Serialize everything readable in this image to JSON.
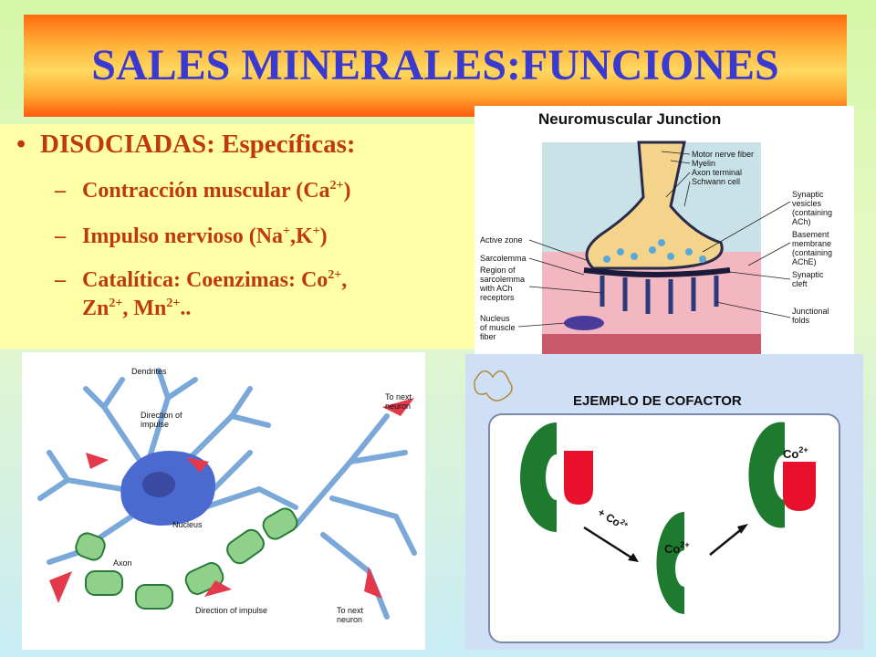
{
  "slide": {
    "title": "SALES MINERALES:FUNCIONES",
    "bullet": "DISOCIADAS: Específicas:",
    "items": [
      {
        "dash": "–",
        "text": "Contracción muscular (Ca",
        "sup": "2+",
        "tail": ")"
      },
      {
        "dash": "–",
        "text": "Impulso nervioso (Na",
        "sup1": "+",
        "mid": ",K",
        "sup2": "+",
        "tail": ")"
      },
      {
        "dash": "–",
        "text": "Catalítica: Coenzimas: Co",
        "sup1": "2+",
        "mid": ",",
        "line2a": "Zn",
        "sup2": "2+",
        "line2b": ", Mn",
        "sup3": "2+",
        "tail": ".."
      }
    ]
  },
  "nmj": {
    "title": "Neuromuscular Junction",
    "labels_right": [
      "Motor nerve fiber",
      "Myelin",
      "Axon terminal",
      "Schwann cell",
      "Synaptic",
      "vesicles",
      "(containing",
      "ACh)",
      "Basement",
      "membrane",
      "(containing",
      "AChE)",
      "Synaptic",
      "cleft",
      "Junctional",
      "folds"
    ],
    "labels_left": [
      "Active zone",
      "Sarcolemma",
      "Region of",
      "sarcolemma",
      "with ACh",
      "receptors",
      "Nucleus",
      "of muscle",
      "fiber"
    ]
  },
  "neuron": {
    "labels": [
      "Dendrites",
      "Direction of",
      "impulse",
      "To next",
      "neuron",
      "Nucleus",
      "Axon",
      "Direction of impulse",
      "To next",
      "neuron"
    ]
  },
  "cofactor": {
    "title": "EJEMPLO DE COFACTOR",
    "co_label": "Co",
    "co_sup": "2+",
    "plus_label": "+ Co",
    "plus_sup": "2+",
    "colors": {
      "enzyme": "#1e7a2e",
      "substrate": "#e8102a",
      "frame": "#ffffff"
    }
  }
}
